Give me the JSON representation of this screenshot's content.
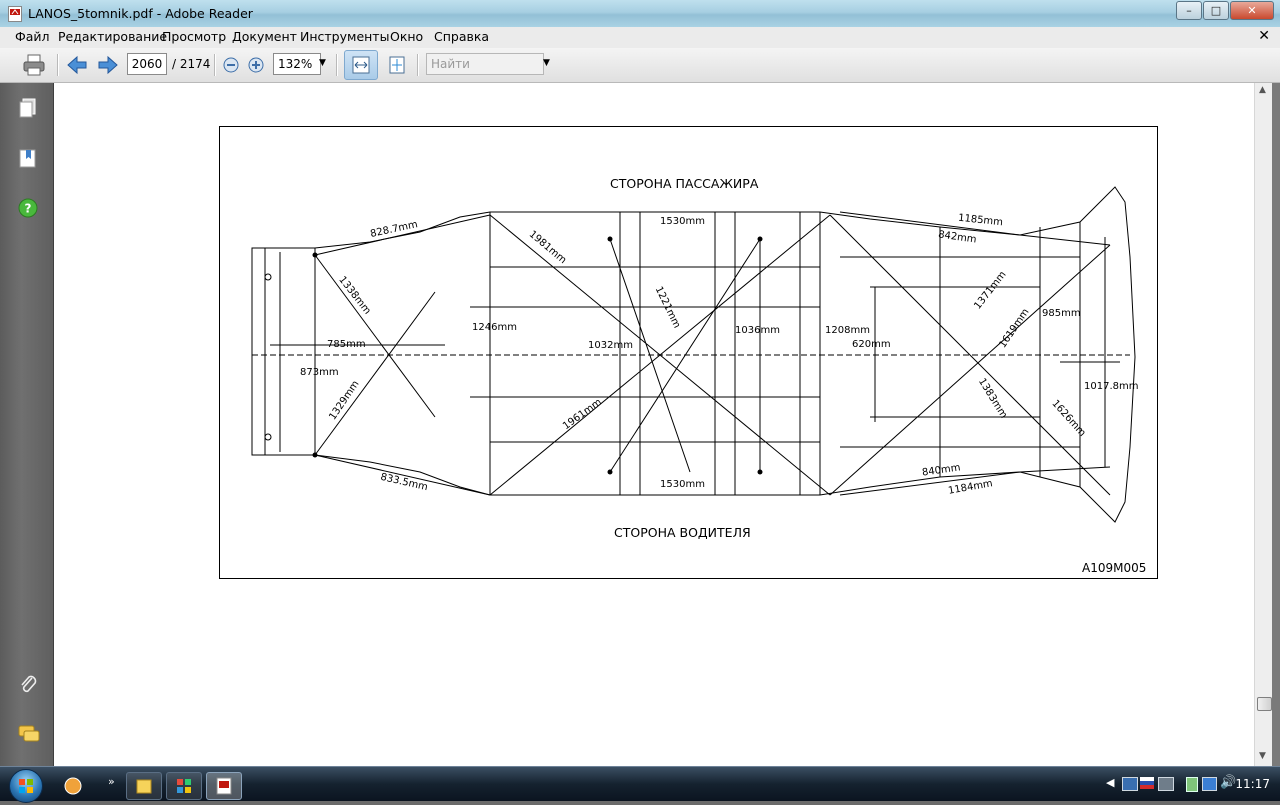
{
  "window": {
    "title": "LANOS_5tomnik.pdf - Adobe Reader"
  },
  "menu": [
    "Файл",
    "Редактирование",
    "Просмотр",
    "Документ",
    "Инструменты",
    "Окно",
    "Справка"
  ],
  "toolbar": {
    "page_current": "2060",
    "page_total": "/ 2174",
    "zoom": "132%",
    "search_placeholder": "Найти"
  },
  "figure": {
    "label_top": "СТОРОНА ПАССАЖИРА",
    "label_bottom": "СТОРОНА ВОДИТЕЛЯ",
    "code": "A109M005",
    "dims": [
      "828.7mm",
      "1338mm",
      "785mm",
      "873mm",
      "1329mm",
      "833.5mm",
      "1981mm",
      "1246mm",
      "1032mm",
      "1221mm",
      "1961mm",
      "1530mm",
      "1530mm",
      "1036mm",
      "1208mm",
      "620mm",
      "1185mm",
      "842mm",
      "1371mm",
      "1619mm",
      "985mm",
      "1017.8mm",
      "1383mm",
      "1626mm",
      "840mm",
      "1184mm"
    ]
  },
  "taskbar": {
    "clock": "11:17"
  }
}
